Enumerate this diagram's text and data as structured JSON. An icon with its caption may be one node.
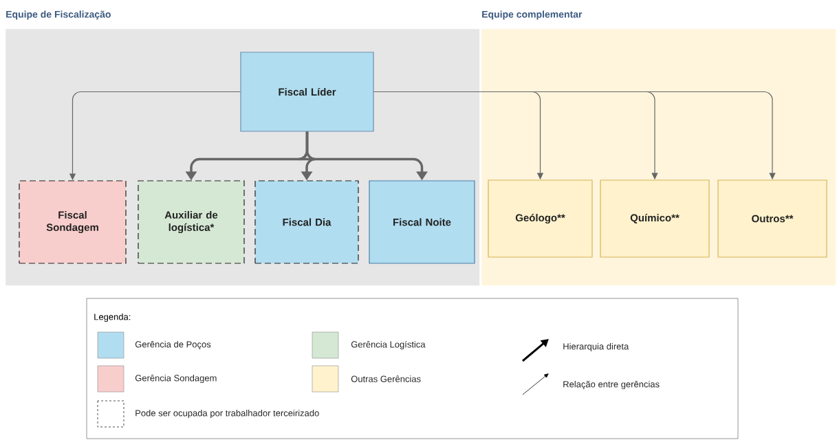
{
  "diagram": {
    "nodes": [
      {
        "text": [
          "Equipe de Fiscalização"
        ]
      },
      {
        "text": [
          "Equipe complementar"
        ]
      },
      {
        "text": [
          "Fiscal Líder"
        ],
        "in": 0
      },
      {
        "text": [
          "Fiscal Sondagem"
        ],
        "in": 0
      },
      {
        "text": [
          "Auxiliar de logística*"
        ],
        "in": 0
      },
      {
        "text": [
          "Fiscal Dia"
        ],
        "in": 0
      },
      {
        "text": [
          "Fiscal Noite"
        ],
        "in": 0
      },
      {
        "text": [
          "Geólogo**"
        ],
        "in": 1
      },
      {
        "text": [
          "Químico**"
        ],
        "in": 1
      },
      {
        "text": [
          "Outros**"
        ],
        "in": 1
      }
    ],
    "edges": [
      {
        "from": 2,
        "to": 3,
        "arrow": "to"
      },
      {
        "from": 2,
        "to": 4,
        "arrow": "to",
        "style": "thick"
      },
      {
        "from": 2,
        "to": 5,
        "arrow": "to",
        "style": "thick"
      },
      {
        "from": 2,
        "to": 6,
        "arrow": "to",
        "style": "thick"
      },
      {
        "from": 2,
        "to": 7,
        "arrow": "to"
      },
      {
        "from": 2,
        "to": 8,
        "arrow": "to"
      },
      {
        "from": 2,
        "to": 9,
        "arrow": "to"
      }
    ],
    "labels": [
      "Legenda:"
    ],
    "legend": [
      {
        "text": "Gerência de Poços",
        "color": "#b1ddf0"
      },
      {
        "text": "Gerência Logística",
        "color": "#d5e8d4"
      },
      {
        "text": "Hierarquia direta"
      },
      {
        "text": "Gerência Sondagem",
        "color": "#f8cecc"
      },
      {
        "text": "Outras Gerências",
        "color": "#fff2cc"
      },
      {
        "text": "Relação entre gerências"
      },
      {
        "text": "Pode ser ocupada por trabalhador terceirizado"
      }
    ]
  }
}
